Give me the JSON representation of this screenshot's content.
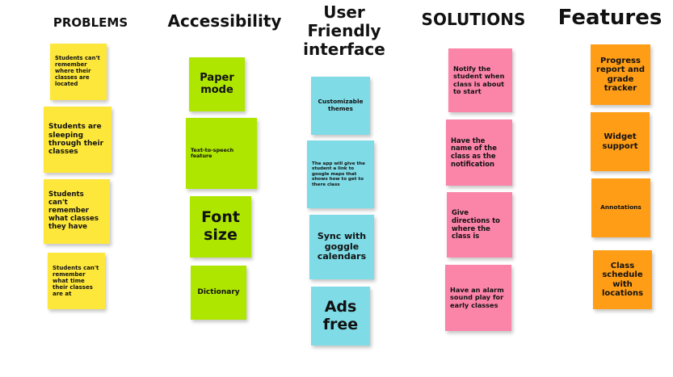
{
  "headings": {
    "problems": "PROBLEMS",
    "accessibility": "Accessibility",
    "user_friendly": "User\nFriendly\ninterface",
    "solutions": "SOLUTIONS",
    "features": "Features"
  },
  "colors": {
    "problems": "#fde73b",
    "accessibility": "#aee600",
    "user_friendly": "#7fdbe6",
    "solutions": "#fb84a9",
    "features": "#ff9d16"
  },
  "problems": [
    "Students can't remember where their classes are located",
    "Students are sleeping through their classes",
    "Students can't remember what classes they have",
    "Students can't remember what time their classes are at"
  ],
  "accessibility": [
    "Paper mode",
    "Text-to-speech feature",
    "Font size",
    "Dictionary"
  ],
  "user_friendly": [
    "Customizable themes",
    "The app will give the student a link to google maps that shows how to get to there class",
    "Sync with goggle calendars",
    "Ads free"
  ],
  "solutions": [
    "Notify the student when class is about to start",
    "Have the name of the class as the notification",
    "Give directions to where the class is",
    "Have an alarm sound play for early classes"
  ],
  "features": [
    "Progress report and grade tracker",
    "Widget support",
    "Annotations",
    "Class schedule with locations"
  ]
}
